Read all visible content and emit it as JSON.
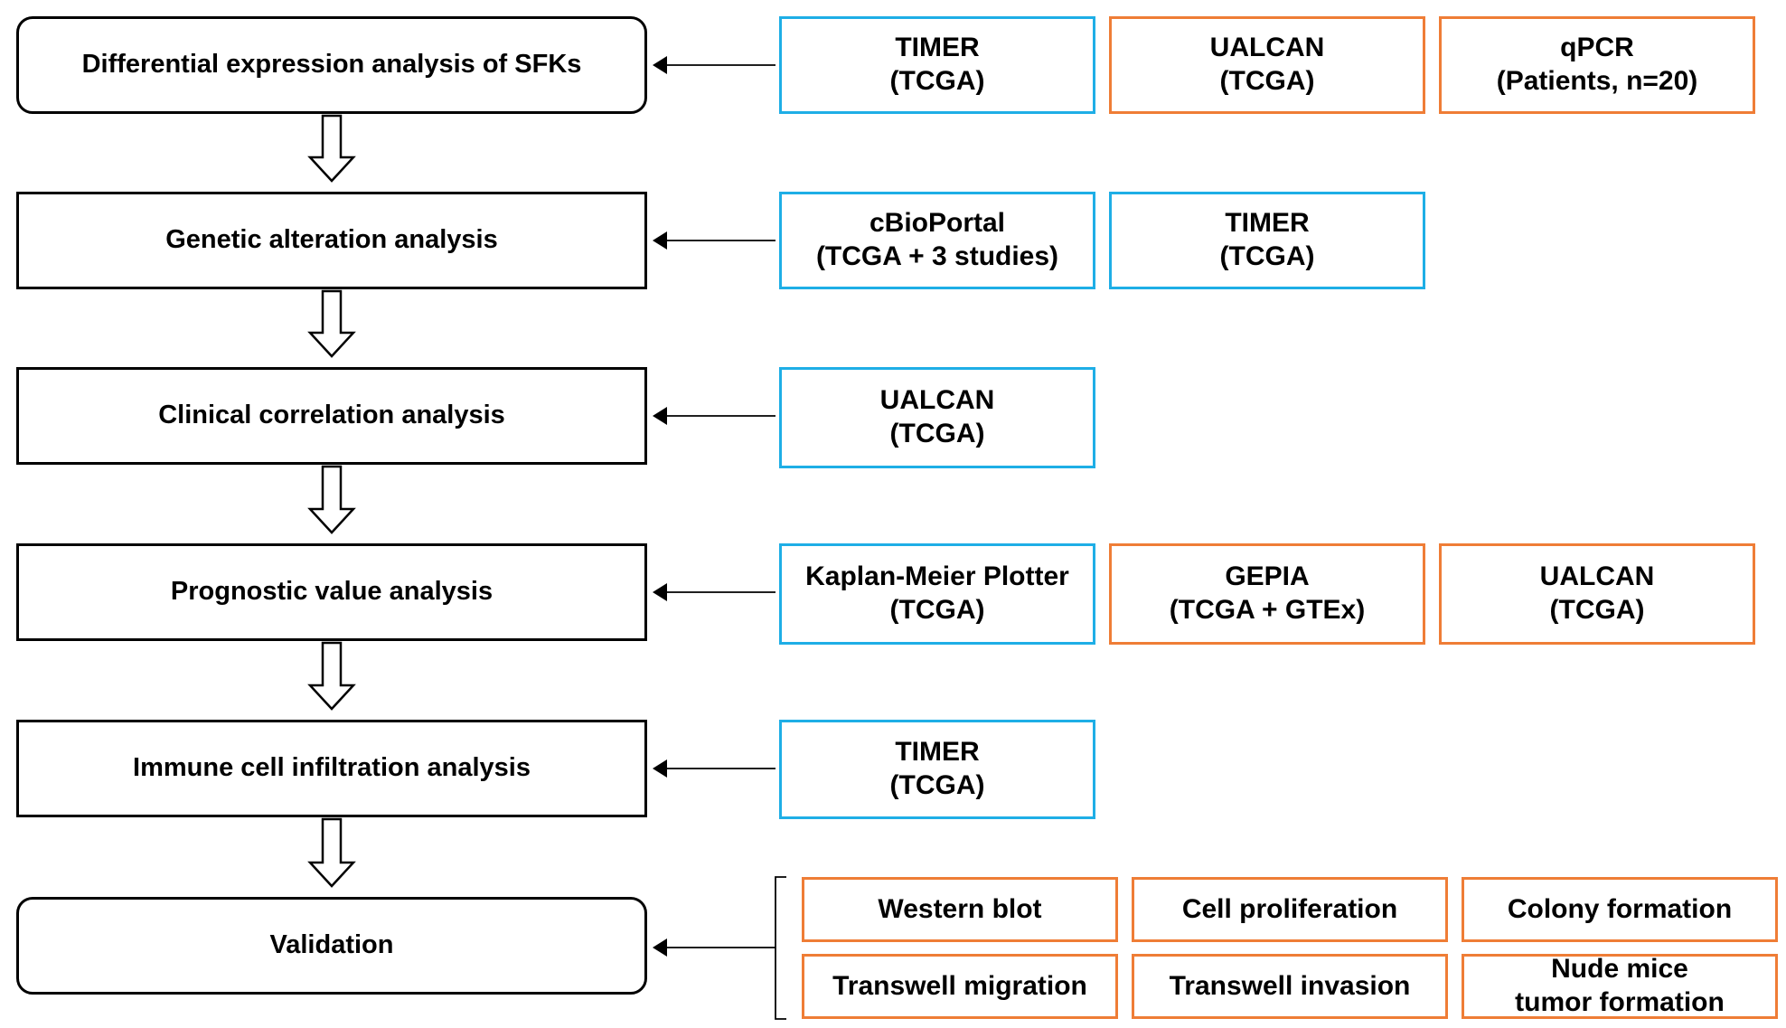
{
  "colors": {
    "blue": "#1eaee6",
    "orange": "#ef7d36",
    "black": "#000000"
  },
  "steps": [
    {
      "label": "Differential expression analysis of SFKs",
      "shape": "rounded"
    },
    {
      "label": "Genetic alteration analysis",
      "shape": "rect"
    },
    {
      "label": "Clinical correlation analysis",
      "shape": "rect"
    },
    {
      "label": "Prognostic value analysis",
      "shape": "rect"
    },
    {
      "label": "Immune cell infiltration analysis",
      "shape": "rect"
    },
    {
      "label": "Validation",
      "shape": "rounded"
    }
  ],
  "sources": [
    [
      {
        "line1": "TIMER",
        "line2": "(TCGA)",
        "color": "blue"
      },
      {
        "line1": "UALCAN",
        "line2": "(TCGA)",
        "color": "orange"
      },
      {
        "line1": "qPCR",
        "line2": "(Patients, n=20)",
        "color": "orange"
      }
    ],
    [
      {
        "line1": "cBioPortal",
        "line2": "(TCGA + 3 studies)",
        "color": "blue"
      },
      {
        "line1": "TIMER",
        "line2": "(TCGA)",
        "color": "blue"
      }
    ],
    [
      {
        "line1": "UALCAN",
        "line2": "(TCGA)",
        "color": "blue"
      }
    ],
    [
      {
        "line1": "Kaplan-Meier Plotter",
        "line2": "(TCGA)",
        "color": "blue"
      },
      {
        "line1": "GEPIA",
        "line2": "(TCGA + GTEx)",
        "color": "orange"
      },
      {
        "line1": "UALCAN",
        "line2": "(TCGA)",
        "color": "orange"
      }
    ],
    [
      {
        "line1": "TIMER",
        "line2": "(TCGA)",
        "color": "blue"
      }
    ]
  ],
  "validation": [
    {
      "line1": "Western blot",
      "line2": "",
      "color": "orange"
    },
    {
      "line1": "Cell proliferation",
      "line2": "",
      "color": "orange"
    },
    {
      "line1": "Colony formation",
      "line2": "",
      "color": "orange"
    },
    {
      "line1": "Transwell migration",
      "line2": "",
      "color": "orange"
    },
    {
      "line1": "Transwell invasion",
      "line2": "",
      "color": "orange"
    },
    {
      "line1": "Nude mice",
      "line2": "tumor formation",
      "color": "orange"
    }
  ]
}
